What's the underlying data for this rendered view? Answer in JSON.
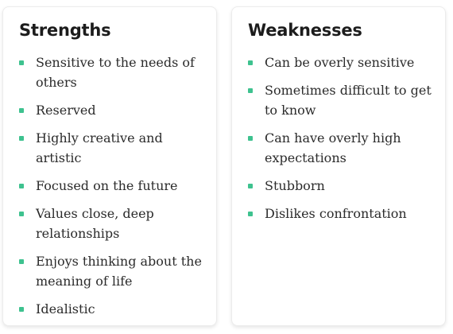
{
  "accent_color": "#3ec28f",
  "strengths": {
    "title": "Strengths",
    "items": [
      "Sensitive to the needs of others",
      "Reserved",
      "Highly creative and artistic",
      "Focused on the future",
      "Values close, deep relationships",
      "Enjoys thinking about the meaning of life",
      "Idealistic"
    ]
  },
  "weaknesses": {
    "title": "Weaknesses",
    "items": [
      "Can be overly sensitive",
      "Sometimes difficult to get to know",
      "Can have overly high expectations",
      "Stubborn",
      "Dislikes confrontation"
    ]
  }
}
